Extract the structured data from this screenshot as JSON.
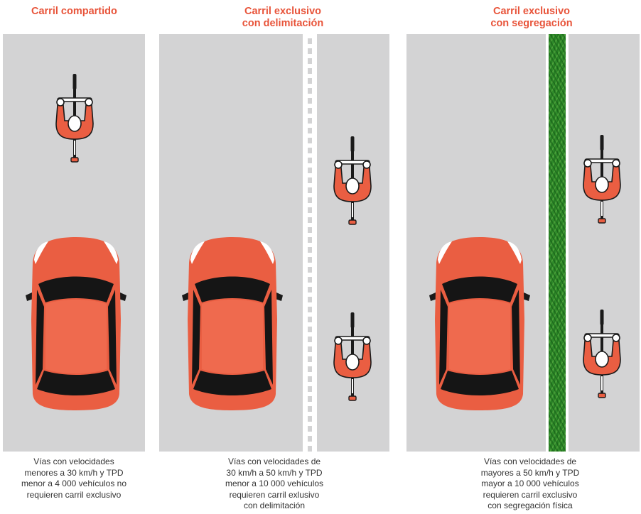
{
  "colors": {
    "accent": "#e8543a",
    "road": "#d3d3d4",
    "car": "#ea5e42",
    "grass": "#2f8a2a",
    "text": "#333333"
  },
  "panels": [
    {
      "title_lines": [
        "Carril compartido"
      ],
      "caption_lines": [
        "Vías con velocidades",
        "menores a 30 km/h y TPD",
        "menor a 4 000 vehículos no",
        "requieren carril exclusivo"
      ]
    },
    {
      "title_lines": [
        "Carril exclusivo",
        "con delimitación"
      ],
      "caption_lines": [
        "Vías con velocidades de",
        "30 km/h a 50 km/h y TPD",
        "menor a 10 000 vehículos",
        "requieren carril exlusivo",
        "con delimitación"
      ]
    },
    {
      "title_lines": [
        "Carril exclusivo",
        "con segregación"
      ],
      "caption_lines": [
        "Vías con velocidades de",
        "mayores a 50 km/h y TPD",
        "mayor a 10 000 vehículos",
        "requieren carril exclusivo",
        "con segregación física"
      ]
    }
  ],
  "icons": {
    "car": "car-top-view-icon",
    "cyclist": "cyclist-top-view-icon"
  }
}
